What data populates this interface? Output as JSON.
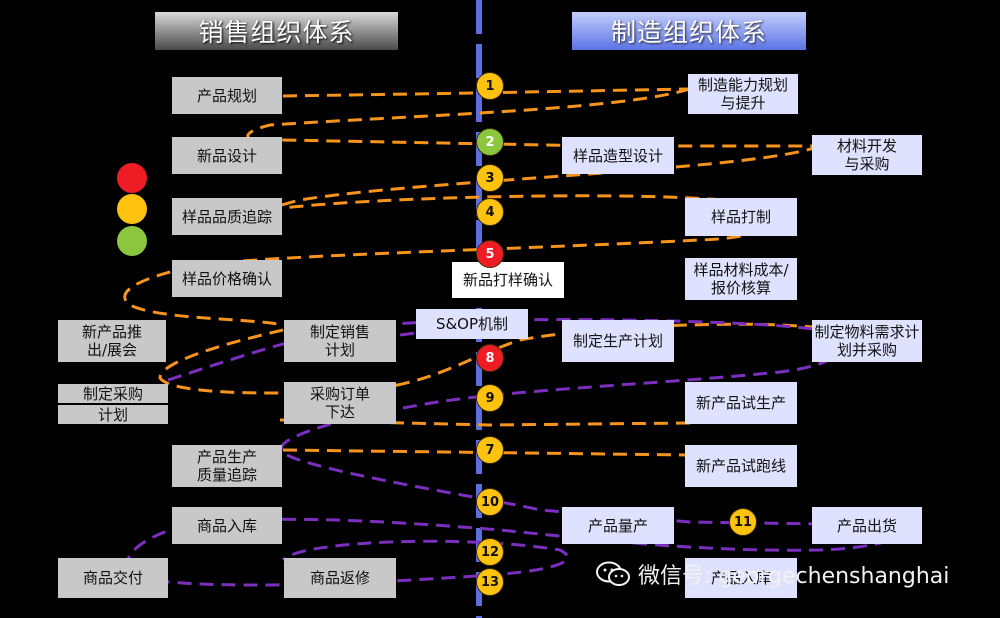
{
  "headers": {
    "sales": "销售组织体系",
    "manufacturing": "制造组织体系"
  },
  "sales_boxes": [
    {
      "id": "product-planning",
      "label": "产品规划"
    },
    {
      "id": "new-product-design",
      "label": "新品设计"
    },
    {
      "id": "sample-quality-tracking",
      "label": "样品品质追踪"
    },
    {
      "id": "sample-price-confirm",
      "label": "样品价格确认"
    },
    {
      "id": "new-product-launch",
      "label": "新产品推出/展会"
    },
    {
      "id": "set-sales-plan",
      "label": "制定销售计划"
    },
    {
      "id": "set-purchase-plan-a",
      "label": "制定采购"
    },
    {
      "id": "set-purchase-plan-b",
      "label": "计划"
    },
    {
      "id": "purchase-order",
      "label": "采购订单下达"
    },
    {
      "id": "production-quality-tracking",
      "label": "产品生产质量追踪"
    },
    {
      "id": "goods-warehousing",
      "label": "商品入库"
    },
    {
      "id": "goods-delivery",
      "label": "商品交付"
    },
    {
      "id": "goods-repair",
      "label": "商品返修"
    }
  ],
  "mfg_boxes": [
    {
      "id": "capacity-planning",
      "label": "制造能力规划与提升"
    },
    {
      "id": "sample-modeling-design",
      "label": "样品造型设计"
    },
    {
      "id": "material-dev-purchase",
      "label": "材料开发与采购"
    },
    {
      "id": "sample-proofing",
      "label": "样品打制"
    },
    {
      "id": "new-product-proof-confirm",
      "label": "新品打样确认"
    },
    {
      "id": "sample-cost-quote",
      "label": "样品材料成本/报价核算"
    },
    {
      "id": "sop-mechanism",
      "label": "S&OP机制"
    },
    {
      "id": "production-plan",
      "label": "制定生产计划"
    },
    {
      "id": "material-demand-plan",
      "label": "制定物料需求计划并采购"
    },
    {
      "id": "trial-production",
      "label": "新产品试生产"
    },
    {
      "id": "trial-line-run",
      "label": "新产品试跑线"
    },
    {
      "id": "mass-production",
      "label": "产品量产"
    },
    {
      "id": "product-shipment",
      "label": "产品出货"
    },
    {
      "id": "product-warehousing",
      "label": "产品入库"
    }
  ],
  "steps": [
    {
      "n": "1",
      "status": "yellow"
    },
    {
      "n": "2",
      "status": "green"
    },
    {
      "n": "3",
      "status": "yellow"
    },
    {
      "n": "4",
      "status": "yellow"
    },
    {
      "n": "5",
      "status": "red"
    },
    {
      "n": "8",
      "status": "red"
    },
    {
      "n": "9",
      "status": "yellow"
    },
    {
      "n": "7",
      "status": "yellow"
    },
    {
      "n": "10",
      "status": "yellow"
    },
    {
      "n": "11",
      "status": "yellow"
    },
    {
      "n": "12",
      "status": "yellow"
    },
    {
      "n": "13",
      "status": "yellow"
    }
  ],
  "traffic_lights": [
    {
      "color": "red",
      "hex": "#ee1c25"
    },
    {
      "color": "yellow",
      "hex": "#ffc20e"
    },
    {
      "color": "green",
      "hex": "#8cc63f"
    }
  ],
  "colors": {
    "orange_flow": "#f7941d",
    "purple_flow": "#7b2fbe",
    "axis_blue": "#5b6fe0",
    "axis_gap": "#ffffff"
  },
  "watermark": {
    "text": "微信号: georgechenshanghai",
    "icon": "wechat-icon"
  }
}
